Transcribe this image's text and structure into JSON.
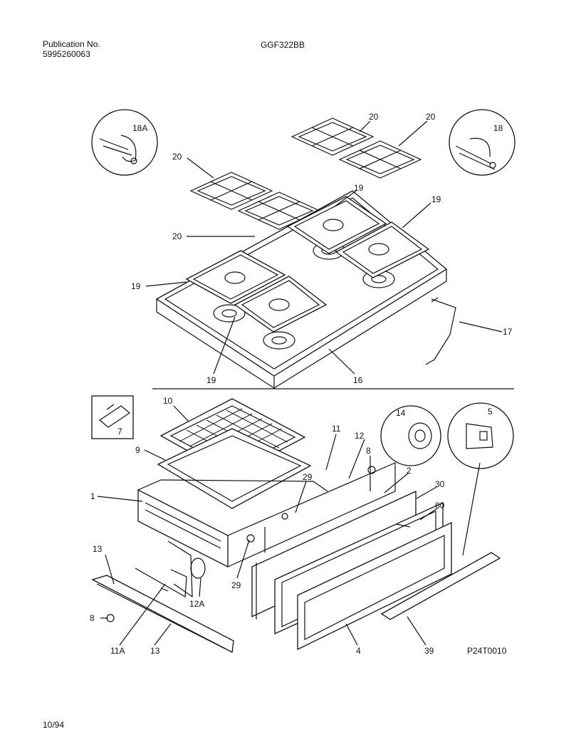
{
  "header": {
    "publication_label": "Publication No.",
    "publication_number": "5995260063",
    "model": "GGF322BB"
  },
  "footer": {
    "date": "10/94",
    "figure_code": "P24T0010"
  },
  "callouts": {
    "c18A": "18A",
    "c18": "18",
    "c20a": "20",
    "c20b": "20",
    "c20c": "20",
    "c20d": "20",
    "c19a": "19",
    "c19b": "19",
    "c19c": "19",
    "c19d": "19",
    "c17": "17",
    "c16": "16",
    "c10": "10",
    "c9": "9",
    "c7": "7",
    "c1": "1",
    "c11": "11",
    "c12": "12",
    "c8a": "8",
    "c14": "14",
    "c5": "5",
    "c2": "2",
    "c30": "30",
    "c60": "60",
    "c29a": "29",
    "c29b": "29",
    "c13a": "13",
    "c13b": "13",
    "c8b": "8",
    "c11A": "11A",
    "c12A": "12A",
    "c4": "4",
    "c39": "39"
  }
}
